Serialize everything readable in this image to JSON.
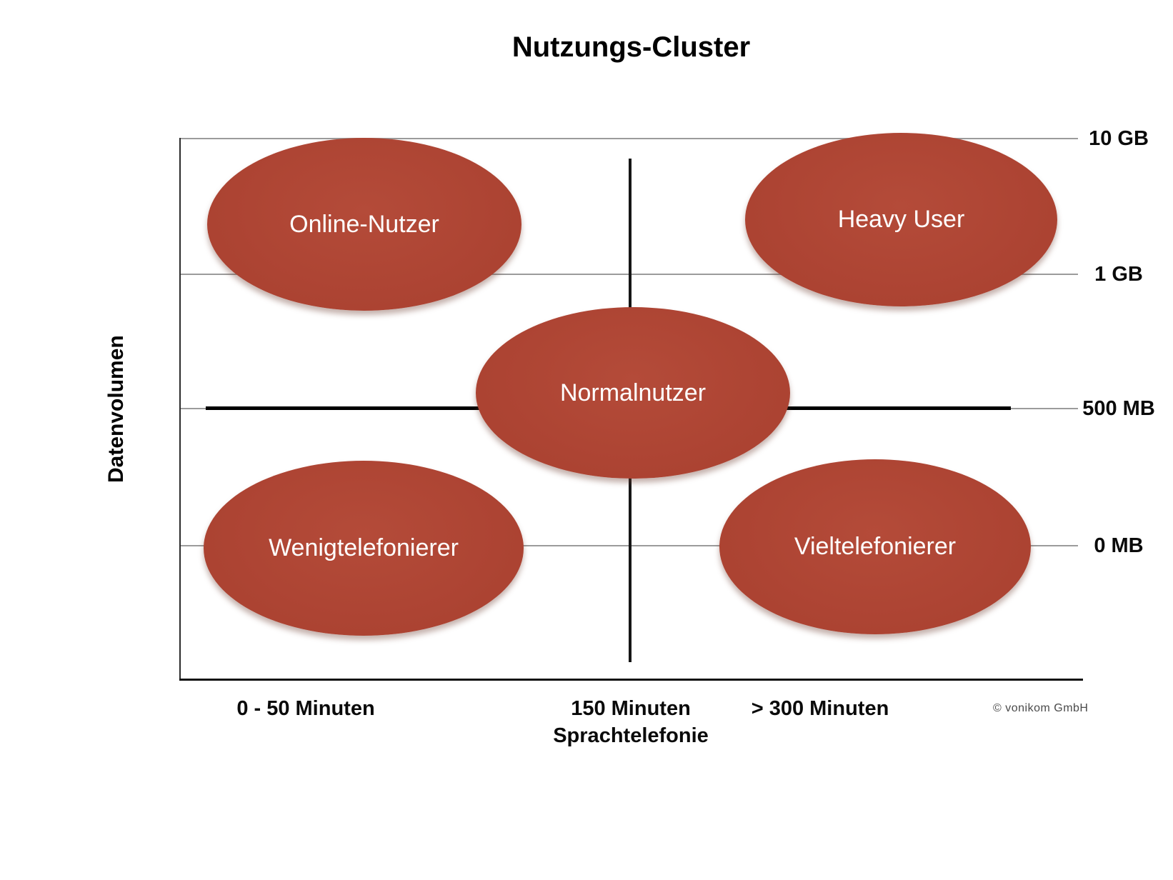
{
  "title": "Nutzungs-Cluster",
  "axes": {
    "y": {
      "label": "Datenvolumen",
      "ticks": [
        "10 GB",
        "1 GB",
        "500 MB",
        "0 MB"
      ]
    },
    "x": {
      "label": "Sprachtelefonie",
      "ticks": [
        "0 - 50 Minuten",
        "150 Minuten",
        "> 300 Minuten"
      ]
    }
  },
  "clusters": [
    {
      "label": "Online-Nutzer",
      "x_region": "0 - 50 Minuten",
      "y_region": "1 GB - 10 GB"
    },
    {
      "label": "Heavy User",
      "x_region": "> 300 Minuten",
      "y_region": "1 GB - 10 GB"
    },
    {
      "label": "Normalnutzer",
      "x_region": "150 Minuten",
      "y_region": "500 MB"
    },
    {
      "label": "Wenigtelefonierer",
      "x_region": "0 - 50 Minuten",
      "y_region": "0 MB"
    },
    {
      "label": "Vieltelefonierer",
      "x_region": "> 300 Minuten",
      "y_region": "0 MB"
    }
  ],
  "colors": {
    "cluster_fill": "#ad4433",
    "cluster_text": "#ffffff",
    "axis_line": "#111111",
    "gridline": "#9b9b9b",
    "emphasis_line_500mb": "#000000"
  },
  "footer": {
    "copyright": "© vonikom GmbH"
  }
}
